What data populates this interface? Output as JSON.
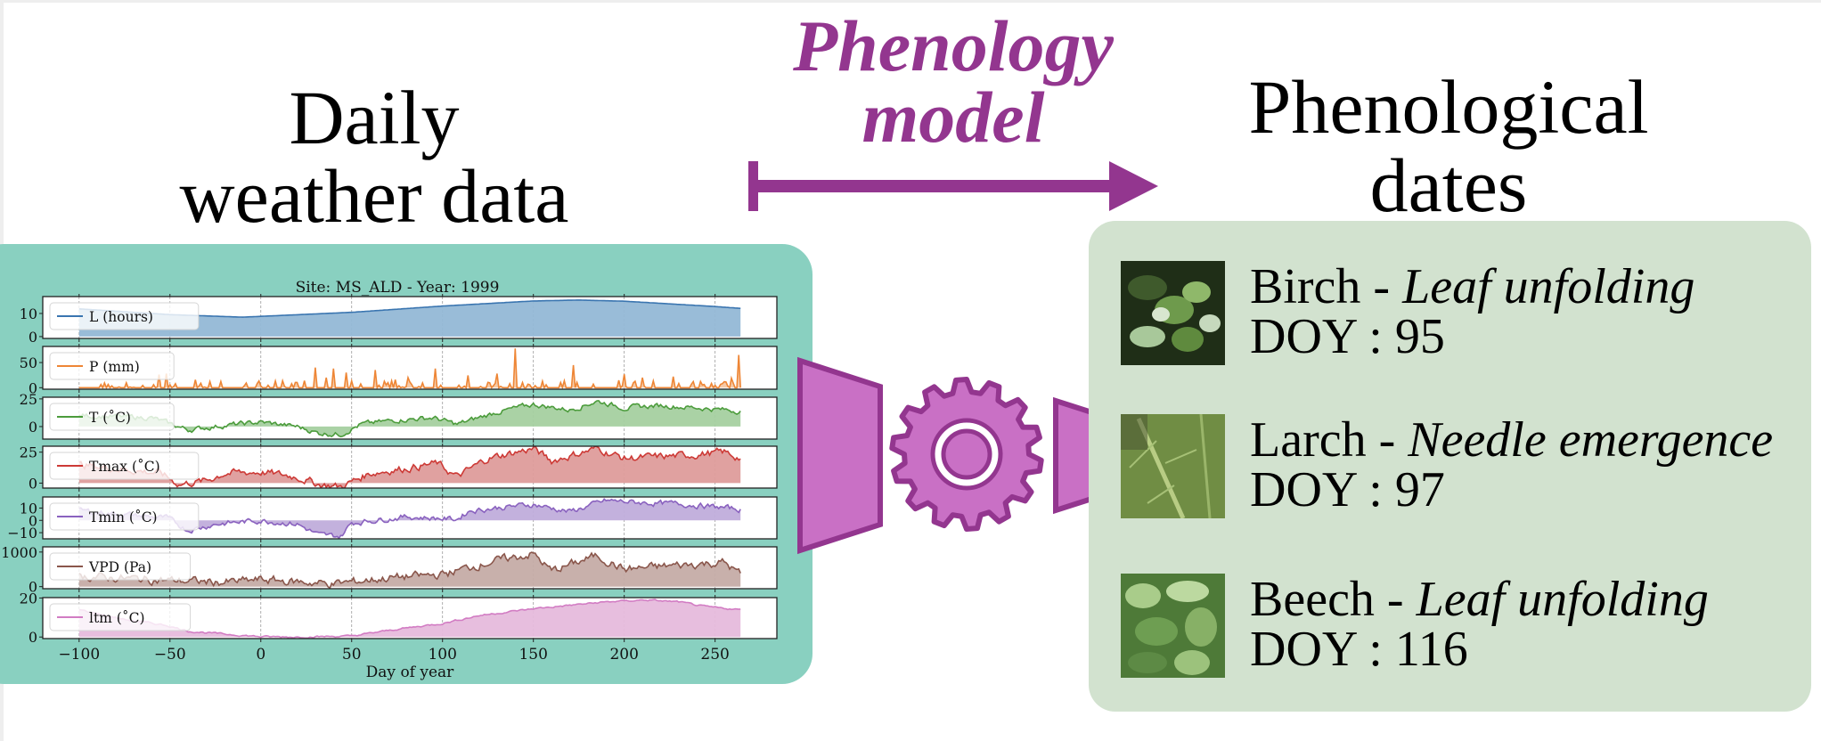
{
  "left_heading": {
    "line1": "Daily",
    "line2": "weather data"
  },
  "center_heading": {
    "line1": "Phenology",
    "line2": "model"
  },
  "right_heading": {
    "line1": "Phenological",
    "line2": "dates"
  },
  "colors": {
    "accent_purple": "#93368f",
    "model_fill": "#c970c5",
    "weather_panel": "#89d0c0",
    "dates_panel": "#d2e2cf"
  },
  "icons": {
    "arrow": "arrow-right-icon",
    "encoder": "trapezoid-encoder-icon",
    "gear": "gear-icon",
    "decoder": "trapezoid-decoder-icon"
  },
  "species": [
    {
      "name": "Birch",
      "separator": " - ",
      "stage": "Leaf unfolding",
      "doy_label": "DOY : ",
      "doy": "95",
      "thumb": "birch-leaves-photo"
    },
    {
      "name": "Larch",
      "separator": " - ",
      "stage": "Needle emergence",
      "doy_label": "DOY : ",
      "doy": "97",
      "thumb": "larch-needles-photo"
    },
    {
      "name": "Beech",
      "separator": " - ",
      "stage": "Leaf unfolding",
      "doy_label": "DOY : ",
      "doy": "116",
      "thumb": "beech-leaves-photo"
    }
  ],
  "chart_data": {
    "type": "area",
    "title": "Site: MS_ALD - Year: 1999",
    "xlabel": "Day of year",
    "xlim": [
      -120,
      284
    ],
    "xticks": [
      -100,
      -50,
      0,
      50,
      100,
      150,
      200,
      250
    ],
    "xtick_labels": [
      "−100",
      "−50",
      "0",
      "50",
      "100",
      "150",
      "200",
      "250"
    ],
    "x_range_data": [
      -100,
      264
    ],
    "grid": "vertical dashed",
    "legend_position": "upper left (per panel)",
    "series": [
      {
        "name": "L (hours)",
        "color": "#3a75b0",
        "fill": "#94b8d6",
        "ylim": [
          -0.8,
          17.3
        ],
        "yticks": [
          0,
          10
        ],
        "ytick_labels": [
          "0",
          "10"
        ],
        "noise": 0,
        "anchors": [
          [
            -100,
            12.0
          ],
          [
            -50,
            9.5
          ],
          [
            -10,
            8.4
          ],
          [
            50,
            10.5
          ],
          [
            100,
            13.2
          ],
          [
            150,
            15.4
          ],
          [
            175,
            15.8
          ],
          [
            200,
            15.3
          ],
          [
            250,
            13.0
          ],
          [
            264,
            12.2
          ]
        ]
      },
      {
        "name": "P (mm)",
        "color": "#ee8636",
        "fill": "#f5c7a2",
        "ylim": [
          -3,
          82
        ],
        "yticks": [
          0,
          50
        ],
        "ytick_labels": [
          "0",
          "50"
        ],
        "noise": 0,
        "spiky": true,
        "anchors": [
          [
            -100,
            0
          ],
          [
            -52,
            28
          ],
          [
            30,
            40
          ],
          [
            36,
            20
          ],
          [
            40,
            38
          ],
          [
            47,
            30
          ],
          [
            63,
            35
          ],
          [
            81,
            20
          ],
          [
            96,
            38
          ],
          [
            130,
            28
          ],
          [
            140,
            78
          ],
          [
            172,
            45
          ],
          [
            210,
            20
          ],
          [
            227,
            22
          ],
          [
            263,
            65
          ],
          [
            264,
            0
          ]
        ]
      },
      {
        "name": "T (˚C)",
        "color": "#4c9c3c",
        "fill": "#a5d0a0",
        "ylim": [
          -11.3,
          26.5
        ],
        "yticks": [
          0,
          25
        ],
        "ytick_labels": [
          "0",
          "25"
        ],
        "noise": 3,
        "anchors": [
          [
            -100,
            10
          ],
          [
            -60,
            8
          ],
          [
            -40,
            -3
          ],
          [
            -20,
            1
          ],
          [
            0,
            4
          ],
          [
            20,
            0
          ],
          [
            32,
            -6
          ],
          [
            44,
            -7
          ],
          [
            55,
            2
          ],
          [
            75,
            6
          ],
          [
            95,
            8
          ],
          [
            108,
            2
          ],
          [
            130,
            13
          ],
          [
            150,
            20
          ],
          [
            170,
            15
          ],
          [
            185,
            23
          ],
          [
            200,
            17
          ],
          [
            220,
            19
          ],
          [
            240,
            17
          ],
          [
            264,
            14
          ]
        ]
      },
      {
        "name": "Tmax (˚C)",
        "color": "#cd3a36",
        "fill": "#de9c9b",
        "ylim": [
          -4,
          29.8
        ],
        "yticks": [
          0,
          25
        ],
        "ytick_labels": [
          "0",
          "25"
        ],
        "noise": 4,
        "anchors": [
          [
            -100,
            15
          ],
          [
            -55,
            8
          ],
          [
            -45,
            -1
          ],
          [
            -30,
            2
          ],
          [
            -20,
            8
          ],
          [
            0,
            9
          ],
          [
            20,
            5
          ],
          [
            32,
            -1
          ],
          [
            44,
            -3
          ],
          [
            60,
            8
          ],
          [
            80,
            12
          ],
          [
            97,
            16
          ],
          [
            108,
            5
          ],
          [
            125,
            20
          ],
          [
            150,
            28
          ],
          [
            160,
            18
          ],
          [
            185,
            28
          ],
          [
            200,
            20
          ],
          [
            230,
            22
          ],
          [
            255,
            25
          ],
          [
            264,
            20
          ]
        ]
      },
      {
        "name": "Tmin (˚C)",
        "color": "#8a62bf",
        "fill": "#c0addb",
        "ylim": [
          -15,
          19
        ],
        "yticks": [
          -10,
          0,
          10
        ],
        "ytick_labels": [
          "−10",
          "0",
          "10"
        ],
        "noise": 3,
        "anchors": [
          [
            -100,
            8
          ],
          [
            -52,
            2
          ],
          [
            -40,
            -8
          ],
          [
            -25,
            -3
          ],
          [
            0,
            0
          ],
          [
            20,
            -3
          ],
          [
            32,
            -12
          ],
          [
            44,
            -13
          ],
          [
            50,
            -2
          ],
          [
            80,
            3
          ],
          [
            108,
            1
          ],
          [
            115,
            8
          ],
          [
            150,
            13
          ],
          [
            170,
            7
          ],
          [
            190,
            16
          ],
          [
            215,
            14
          ],
          [
            235,
            13
          ],
          [
            264,
            9
          ]
        ]
      },
      {
        "name": "VPD (Pa)",
        "color": "#8a564b",
        "fill": "#c5aca6",
        "ylim": [
          -60,
          1150
        ],
        "yticks": [
          0,
          1000
        ],
        "ytick_labels": [
          "0",
          "1000"
        ],
        "noise": 160,
        "anchors": [
          [
            -100,
            300
          ],
          [
            -50,
            180
          ],
          [
            -20,
            120
          ],
          [
            0,
            200
          ],
          [
            40,
            80
          ],
          [
            70,
            250
          ],
          [
            100,
            350
          ],
          [
            125,
            700
          ],
          [
            150,
            950
          ],
          [
            160,
            450
          ],
          [
            185,
            900
          ],
          [
            200,
            500
          ],
          [
            225,
            600
          ],
          [
            255,
            700
          ],
          [
            264,
            350
          ]
        ]
      },
      {
        "name": "ltm (˚C)",
        "color": "#d27cc3",
        "fill": "#e6bbdc",
        "ylim": [
          -0.8,
          20.2
        ],
        "yticks": [
          0,
          20
        ],
        "ytick_labels": [
          "0",
          "20"
        ],
        "noise": 0.6,
        "anchors": [
          [
            -100,
            14
          ],
          [
            -75,
            9
          ],
          [
            -52,
            6
          ],
          [
            -40,
            3
          ],
          [
            -20,
            1.5
          ],
          [
            0,
            0.2
          ],
          [
            20,
            0
          ],
          [
            50,
            0.5
          ],
          [
            75,
            4
          ],
          [
            100,
            7
          ],
          [
            120,
            11
          ],
          [
            150,
            14.5
          ],
          [
            190,
            18
          ],
          [
            212,
            19
          ],
          [
            230,
            18
          ],
          [
            245,
            15.5
          ],
          [
            264,
            14
          ]
        ]
      }
    ]
  }
}
